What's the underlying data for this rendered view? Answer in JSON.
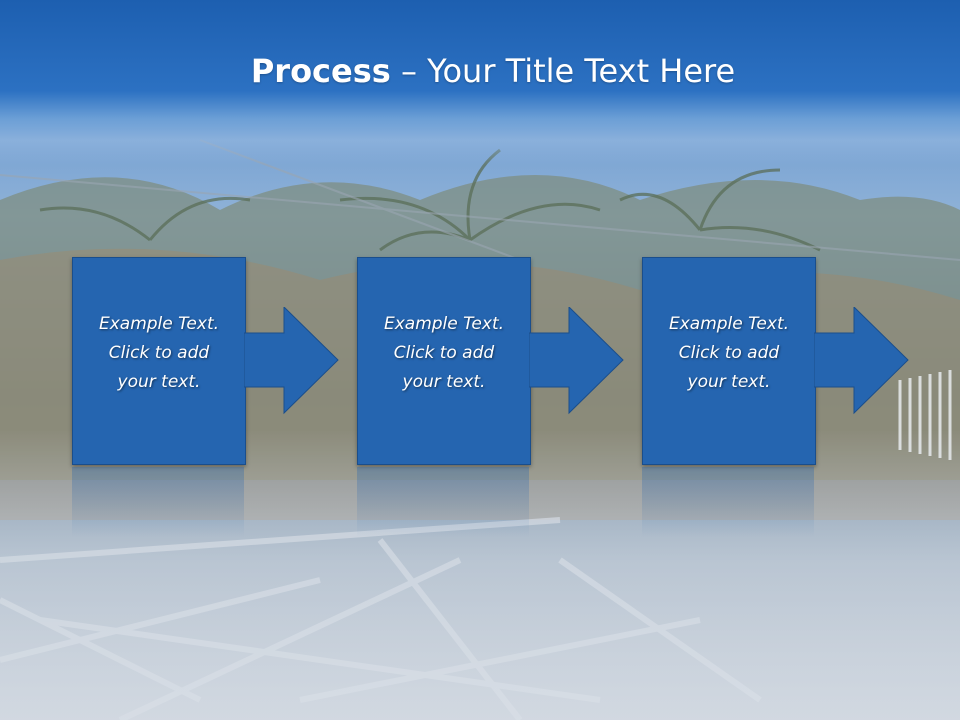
{
  "title": {
    "bold": "Process",
    "rest": " – Your Title Text Here"
  },
  "steps": [
    {
      "text": "Example Text.\nClick  to add\nyour text."
    },
    {
      "text": "Example Text.\nClick  to add\nyour text."
    },
    {
      "text": "Example Text.\nClick  to add\nyour text."
    }
  ],
  "colors": {
    "accent": "#2565b0",
    "header": "#2c71c2"
  }
}
